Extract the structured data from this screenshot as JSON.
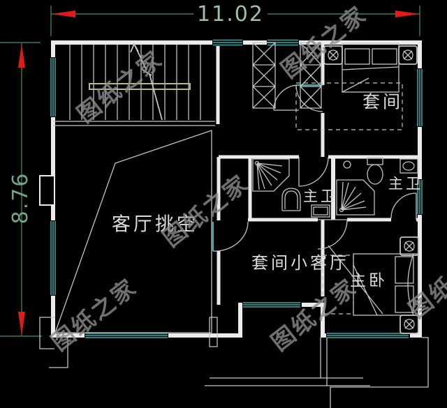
{
  "dimensions": {
    "top": {
      "value": "11.02"
    },
    "left": {
      "value": "8.76"
    }
  },
  "rooms": {
    "living_void": {
      "label": "客厅挑空"
    },
    "suite_bedroom": {
      "label": "套间"
    },
    "bath_center": {
      "label": "主卫"
    },
    "bath_right": {
      "label": "主卫"
    },
    "suite_living": {
      "label": "套间小客厅"
    },
    "master_bedroom": {
      "label": "主卧"
    }
  },
  "watermark": {
    "text": "图纸之家"
  },
  "colors": {
    "background": "#000000",
    "wall": "#ebebeb",
    "thin_line": "#c3c3c3",
    "window": "#3fa8a8",
    "dim_line": "#3e7a50",
    "dim_text": "#9cc0a8",
    "dim_text_left": "#6fa685",
    "arrow": "#e01b1b",
    "handrail": "#b9b97e",
    "label": "#dcdcdc",
    "watermark": "#8c8c8c"
  }
}
